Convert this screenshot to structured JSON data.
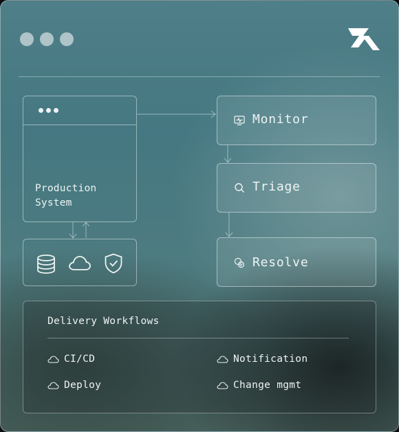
{
  "window": {
    "controls": [
      "dot-1",
      "dot-2",
      "dot-3"
    ]
  },
  "diagram": {
    "production_label": "Production\nSystem",
    "storage_icons": [
      "database-icon",
      "cloud-icon",
      "shield-check-icon"
    ],
    "steps": [
      {
        "label": "Monitor",
        "icon": "monitor-icon"
      },
      {
        "label": "Triage",
        "icon": "search-icon"
      },
      {
        "label": "Resolve",
        "icon": "resolve-icon"
      }
    ]
  },
  "workflows": {
    "title": "Delivery Workflows",
    "items": [
      {
        "label": "CI/CD",
        "icon": "cloud-icon"
      },
      {
        "label": "Notification",
        "icon": "cloud-icon"
      },
      {
        "label": "Deploy",
        "icon": "cloud-icon"
      },
      {
        "label": "Change mgmt",
        "icon": "cloud-icon"
      }
    ]
  },
  "colors": {
    "line": "#cfe0df",
    "text": "#eef4f3"
  }
}
